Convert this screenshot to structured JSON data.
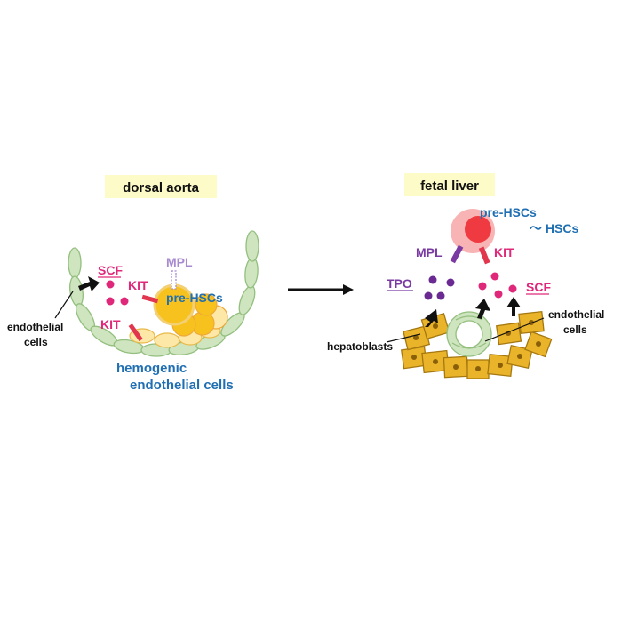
{
  "left_panel": {
    "title": "dorsal aorta",
    "labels": {
      "scf": "SCF",
      "kit_upper": "KIT",
      "kit_lower": "KIT",
      "mpl": "MPL",
      "pre_hscs": "pre-HSCs",
      "endothelial_line1": "endothelial",
      "endothelial_line2": "cells",
      "hemogenic_line1": "hemogenic",
      "hemogenic_line2": "endothelial cells"
    }
  },
  "right_panel": {
    "title": "fetal liver",
    "labels": {
      "pre_hscs": "pre-HSCs",
      "hscs": "～ HSCs",
      "mpl": "MPL",
      "kit": "KIT",
      "tpo": "TPO",
      "scf": "SCF",
      "hepatoblasts": "hepatoblasts",
      "endothelial_line1": "endothelial",
      "endothelial_line2": "cells"
    }
  },
  "colors": {
    "title_bg": "#fdfbc8",
    "endothelial_fill": "#cfe5bf",
    "endothelial_stroke": "#93bf7f",
    "hsc_yellow": "#f8c21e",
    "hsc_pale": "#fde8a8",
    "scf_pink": "#e0287a",
    "kit_red": "#e1364e",
    "mpl_purple": "#7a3aa2",
    "tpo_purple": "#6a2a92",
    "blue_text": "#1f6fb2",
    "hepatoblast_fill": "#eab42a",
    "hepatoblast_stroke": "#a57810",
    "red_cell": "#ef3a42"
  }
}
